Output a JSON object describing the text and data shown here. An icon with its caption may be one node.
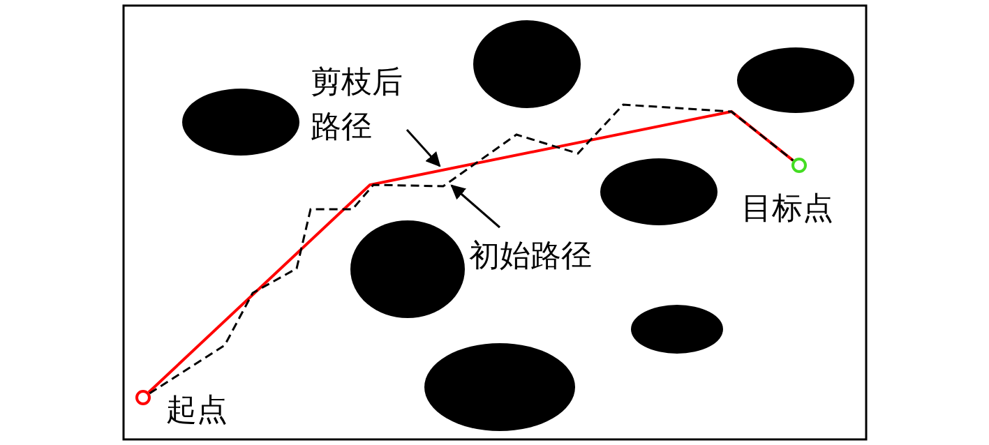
{
  "diagram": {
    "nodes": [
      {
        "text": [],
        "shape": "circle",
        "beside": [
          "起点"
        ]
      },
      {
        "text": [],
        "shape": "circle",
        "beside": [
          "目标点"
        ]
      },
      {
        "text": [
          "剪枝后路径"
        ]
      },
      {
        "text": [
          "初始路径"
        ]
      }
    ],
    "edges": [
      {
        "from": 0,
        "to": 1,
        "arrow": "none",
        "color": "#ff0000"
      },
      {
        "from": 0,
        "to": 1,
        "arrow": "none",
        "style": "dashed",
        "color": "#000000"
      },
      {
        "from": 2,
        "to": null,
        "arrow": "to"
      },
      {
        "from": 3,
        "to": null,
        "arrow": "to"
      }
    ]
  }
}
